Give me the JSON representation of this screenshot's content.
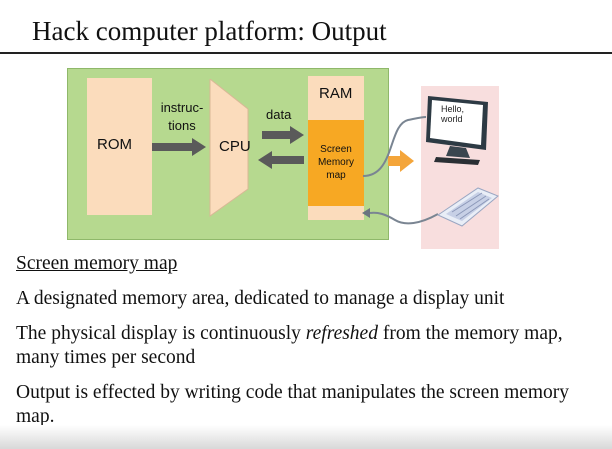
{
  "slide": {
    "title": "Hack computer platform: Output"
  },
  "diagram": {
    "rom": "ROM",
    "instructions_line1": "instruc-",
    "instructions_line2": "tions",
    "cpu": "CPU",
    "data": "data",
    "ram": "RAM",
    "screen_line1": "Screen",
    "screen_line2": "Memory",
    "screen_line3": "map",
    "monitor_line1": "Hello,",
    "monitor_line2": "world",
    "colors": {
      "board": "#b6d98f",
      "memory": "#fbdcbc",
      "screen_map": "#f7a823",
      "peripherals_bg": "#f8dede"
    },
    "icons": [
      "monitor-icon",
      "keyboard-icon"
    ]
  },
  "content": {
    "section_heading": "Screen memory map",
    "point1": "A designated memory area, dedicated to manage a display unit",
    "point2_before": "The physical display is continuously ",
    "point2_em": "refreshed",
    "point2_after": " from the memory map, many times per second",
    "point3": "Output is effected by writing code that manipulates the screen memory map."
  }
}
